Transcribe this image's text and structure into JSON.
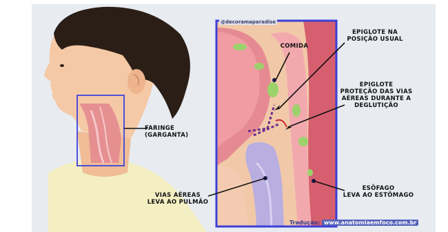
{
  "diagram": {
    "watermark": "@decoramaparadise",
    "labels": {
      "faringe": [
        "FARINGE",
        "(GARGANTA)"
      ],
      "comida": [
        "COMIDA"
      ],
      "epiglote_usual": [
        "EPIGLOTE NA",
        "POSIÇÃO USUAL"
      ],
      "epiglote_protecao": [
        "EPIGLOTE",
        "PROTEÇÃO DAS VIAS",
        "AÉREAS DURANTE A",
        "DEGLUTIÇÃO"
      ],
      "vias_aereas": [
        "VIAS AÉREAS",
        "LEVA AO PULMÃO"
      ],
      "esofago": [
        "ESÔFAGO",
        "LEVA AO ESTÔMAGO"
      ]
    },
    "credit": {
      "prefix": "Tradução:",
      "url": "www.anatomiaemfoco.com.br"
    },
    "colors": {
      "background": "#e8ebf0",
      "frame": "#3c3fd6",
      "skin": "#f5c9a6",
      "hair": "#2b1e16",
      "shirt": "#f3efc3",
      "tissue": "#e27a86",
      "airway": "#b9aee0",
      "food": "#9bd36a"
    }
  }
}
